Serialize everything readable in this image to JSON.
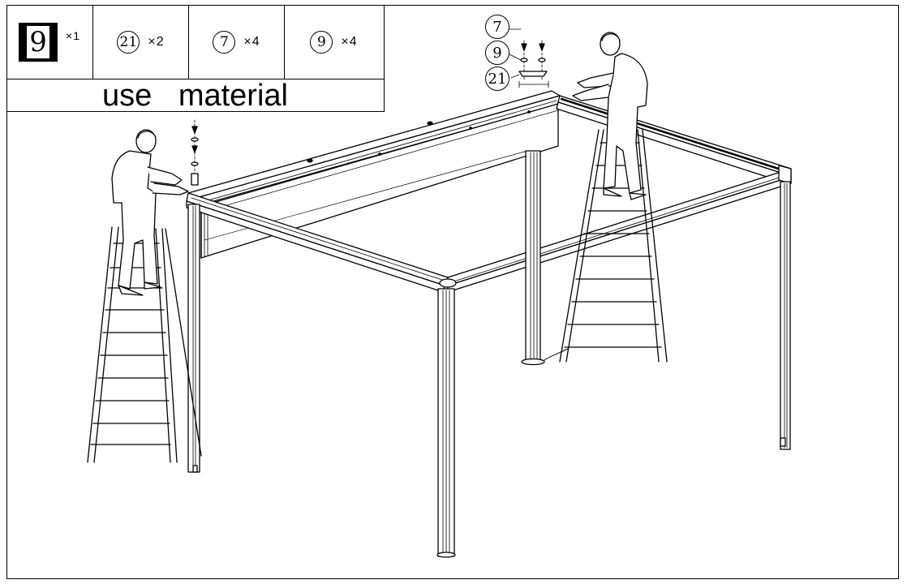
{
  "parts_table": {
    "items": [
      {
        "label": "9",
        "qty": "×1",
        "icon": "boxed-part-icon"
      },
      {
        "label": "21",
        "qty": "×2"
      },
      {
        "label": "7",
        "qty": "×4"
      },
      {
        "label": "9",
        "qty": "×4"
      }
    ],
    "caption": "use material"
  },
  "callouts": [
    "7",
    "9",
    "21"
  ]
}
